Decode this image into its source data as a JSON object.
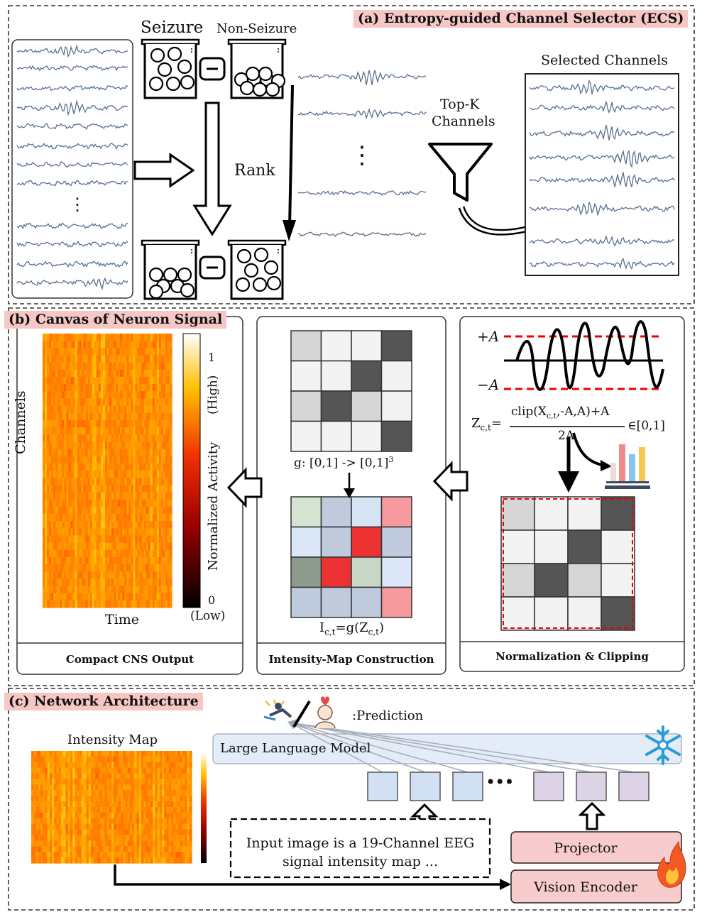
{
  "section_a": {
    "title": "(a) Entropy-guided Channel Selector  (ECS)",
    "seizure": "Seizure",
    "non_seizure": "Non-Seizure",
    "rank": "Rank",
    "topk": [
      "Top-K",
      "Channels"
    ],
    "selected": "Selected Channels",
    "dots": "⋮"
  },
  "section_b": {
    "title": "(b) Canvas of Neuron Signal",
    "panel_left": {
      "caption": "Compact CNS Output",
      "ylabel": "Channels",
      "xlabel": "Time",
      "colorbar_label": "Normalized Activity",
      "tick_high": "1",
      "tick_low": "0",
      "high": "(High)",
      "low": "(Low)"
    },
    "panel_mid": {
      "caption": "Intensity-Map Construction",
      "mapping": "g: [0,1] -> [0,1]",
      "mapping_sup": "3",
      "formula_I": "I",
      "formula_sub": "c,t",
      "formula_rest": "=g(Z",
      "formula_sub2": "c,t",
      "formula_end": ")"
    },
    "panel_right": {
      "caption": "Normalization & Clipping",
      "plus_a": "+A",
      "minus_a": "−A",
      "z_label": "Z",
      "z_sub": "c,t",
      "eq": "=",
      "numerator": "clip(X",
      "num_sub": "c,t",
      "num_rest": ",-A,A)+A",
      "denominator": "2A",
      "range": "∈[0,1]"
    }
  },
  "section_c": {
    "title": "(c) Network Architecture",
    "intensity_map": "Intensity Map",
    "prediction": ":Prediction",
    "llm": "Large Language Model",
    "prompt": [
      "Input image is a 19-Channel EEG",
      "signal intensity map ..."
    ],
    "projector": "Projector",
    "vision_encoder": "Vision Encoder",
    "ellipsis": "•••"
  },
  "colors": {
    "section_label_bg": "#f6c7c5",
    "heat_dark": "#b00000",
    "heat_mid": "#e8400a",
    "heat_light": "#ffd23a",
    "llm_box": "#e3ecf7",
    "token_text": "#d2e0f4",
    "token_image": "#ddd3e6",
    "projector_box": "#f8cccc",
    "grid_dark": "#555555",
    "grid_mid": "#d6d6d6",
    "grid_light": "#f3f3f3",
    "signal": "#5a6f8f"
  }
}
